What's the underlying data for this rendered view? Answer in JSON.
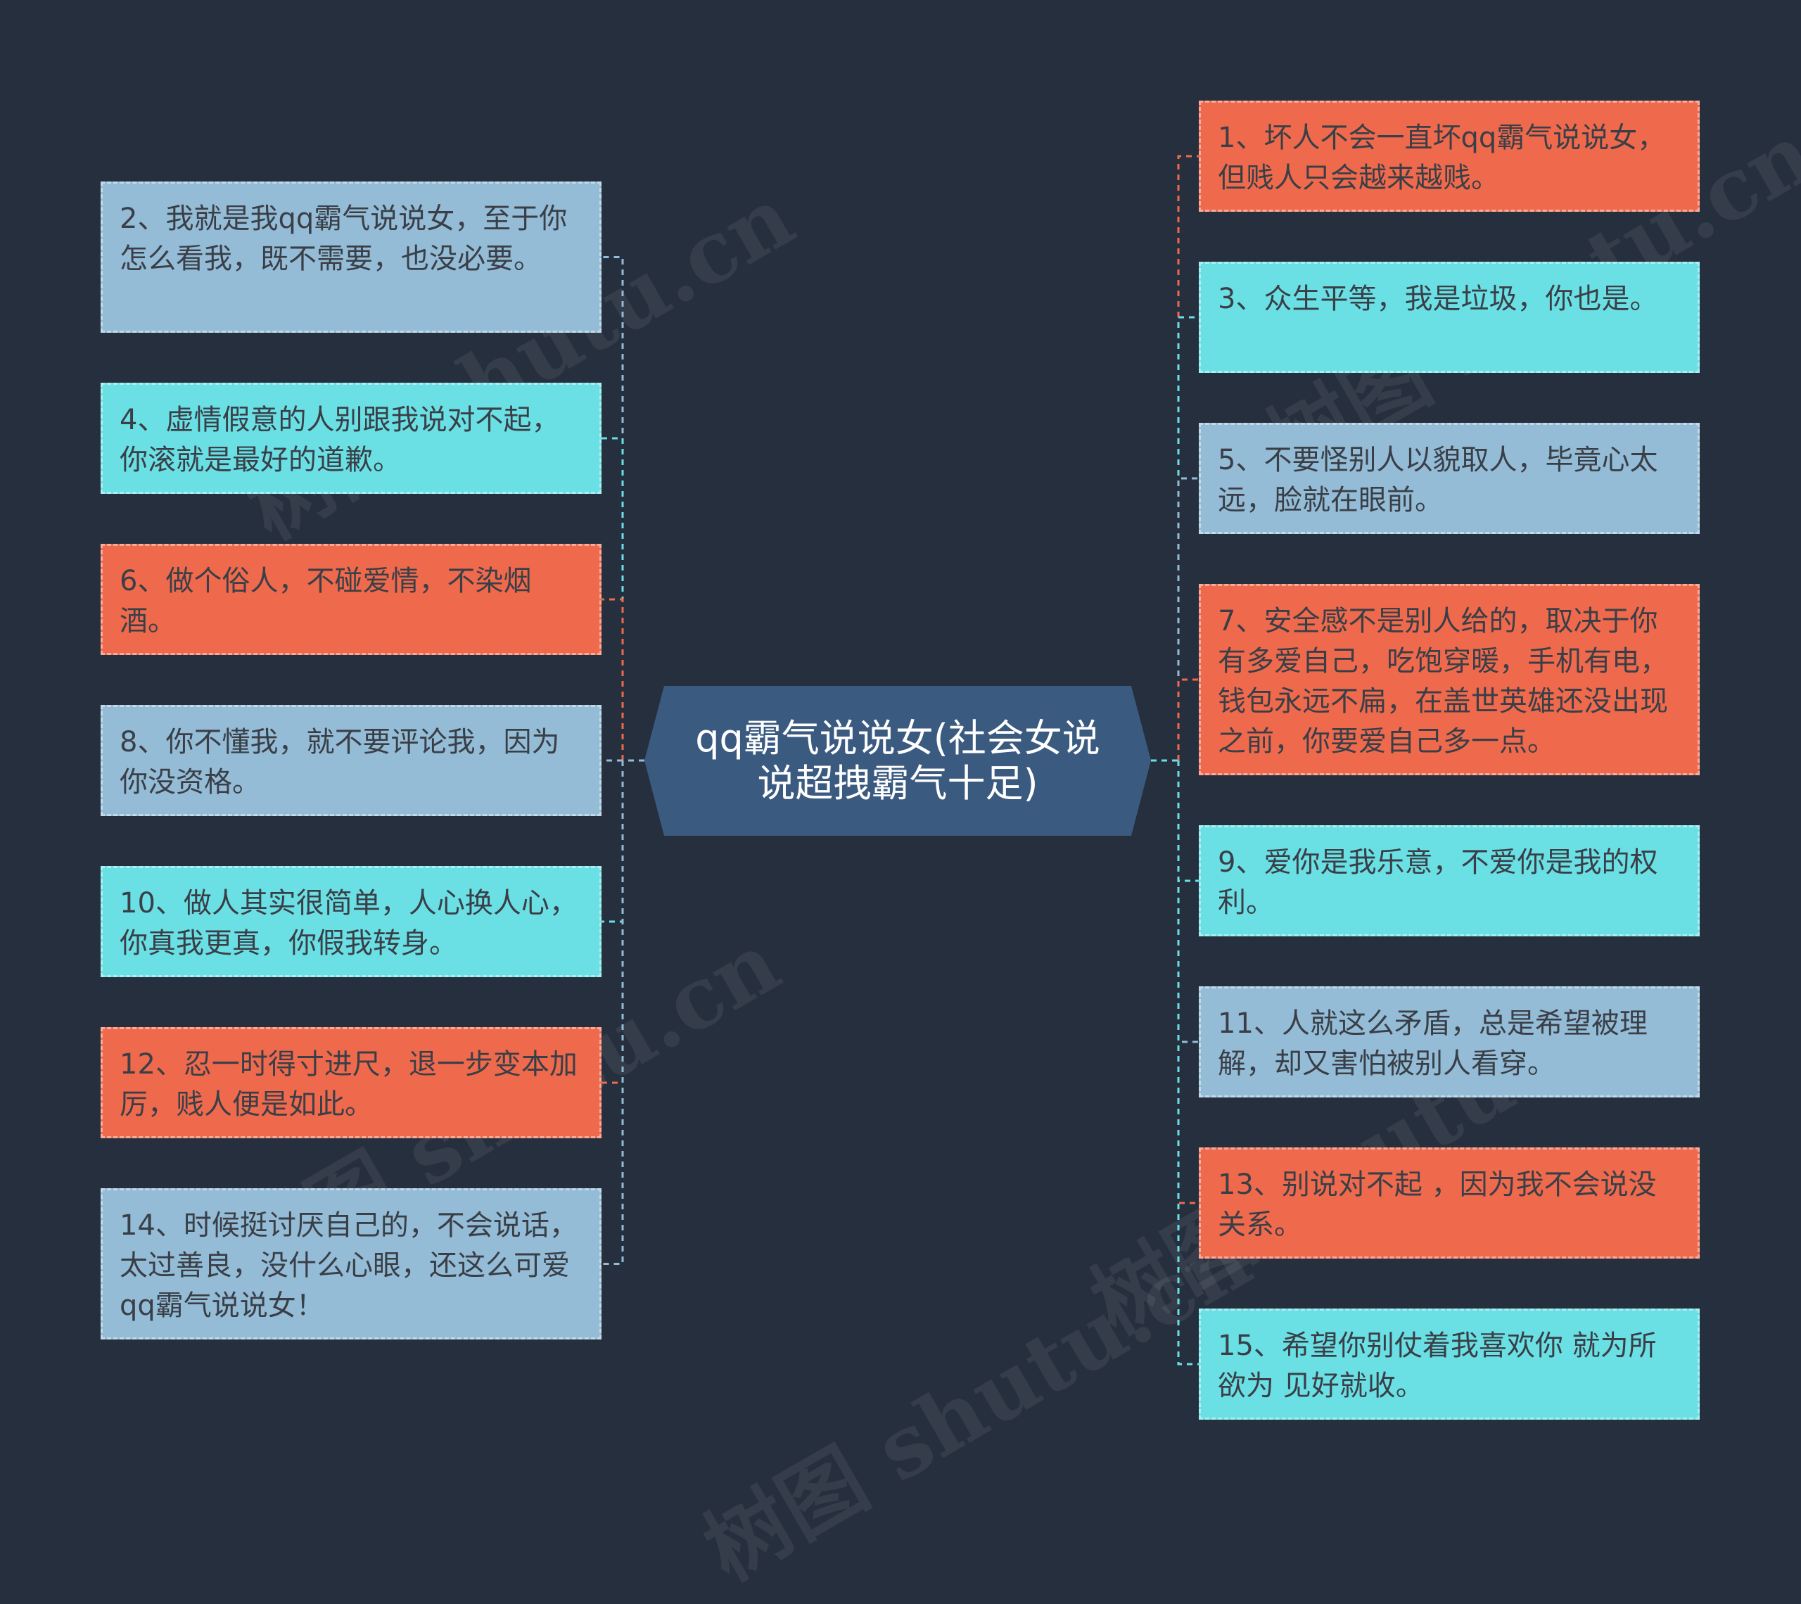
{
  "center": {
    "title": "qq霸气说说女(社会女说说超拽霸气十足)",
    "color": "#3b5a80"
  },
  "colors": {
    "gray": "#94bcd6",
    "cyan": "#6ae0e5",
    "orange": "#ef6a4d",
    "background": "#262f3d"
  },
  "watermark": {
    "text": "树图 shutu.cn"
  },
  "left_nodes": [
    {
      "text": "2、我就是我qq霸气说说女，至于你怎么看我，既不需要，也没必要。",
      "color": "gray"
    },
    {
      "text": "4、虚情假意的人别跟我说对不起，你滚就是最好的道歉。",
      "color": "cyan"
    },
    {
      "text": "6、做个俗人，不碰爱情，不染烟酒。",
      "color": "orange"
    },
    {
      "text": "8、你不懂我，就不要评论我，因为你没资格。",
      "color": "gray"
    },
    {
      "text": "10、做人其实很简单，人心换人心，你真我更真，你假我转身。",
      "color": "cyan"
    },
    {
      "text": "12、忍一时得寸进尺，退一步变本加厉，贱人便是如此。",
      "color": "orange"
    },
    {
      "text": "14、时候挺讨厌自己的，不会说话，太过善良，没什么心眼，还这么可爱qq霸气说说女！",
      "color": "gray"
    }
  ],
  "right_nodes": [
    {
      "text": "1、坏人不会一直坏qq霸气说说女，但贱人只会越来越贱。",
      "color": "orange"
    },
    {
      "text": "3、众生平等，我是垃圾，你也是。",
      "color": "cyan"
    },
    {
      "text": "5、不要怪别人以貌取人，毕竟心太远，脸就在眼前。",
      "color": "gray"
    },
    {
      "text": "7、安全感不是别人给的，取决于你有多爱自己，吃饱穿暖，手机有电，钱包永远不扁，在盖世英雄还没出现之前，你要爱自己多一点。",
      "color": "orange"
    },
    {
      "text": "9、爱你是我乐意，不爱你是我的权利。",
      "color": "cyan"
    },
    {
      "text": "11、人就这么矛盾，总是希望被理解，却又害怕被别人看穿。",
      "color": "gray"
    },
    {
      "text": "13、别说对不起 ，因为我不会说没关系。",
      "color": "orange"
    },
    {
      "text": "15、希望你别仗着我喜欢你 就为所欲为 见好就收。",
      "color": "cyan"
    }
  ]
}
